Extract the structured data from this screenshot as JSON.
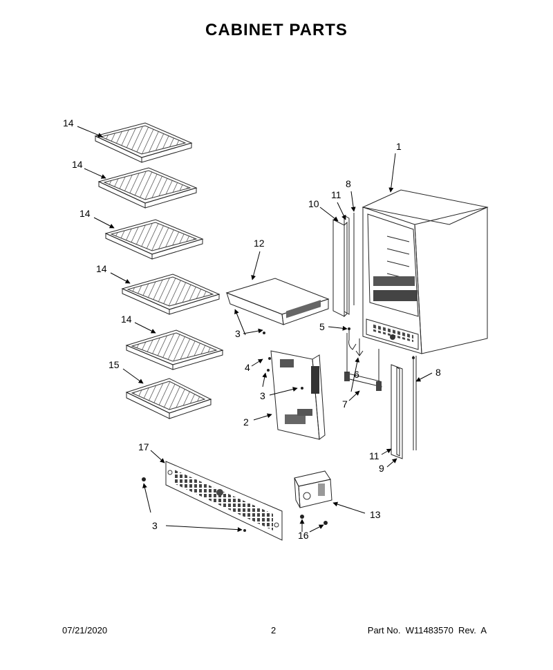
{
  "title": "CABINET PARTS",
  "callouts": {
    "c1": "1",
    "c2": "2",
    "c3a": "3",
    "c3b": "3",
    "c3c": "3",
    "c4": "4",
    "c5": "5",
    "c6": "6",
    "c7": "7",
    "c8a": "8",
    "c8b": "8",
    "c9": "9",
    "c10": "10",
    "c11a": "11",
    "c11b": "11",
    "c12": "12",
    "c13": "13",
    "c14a": "14",
    "c14b": "14",
    "c14c": "14",
    "c14d": "14",
    "c14e": "14",
    "c15": "15",
    "c16": "16",
    "c17": "17"
  },
  "footer": {
    "date": "07/21/2020",
    "page": "2",
    "part": "Part No.  W11483570  Rev.  A"
  }
}
